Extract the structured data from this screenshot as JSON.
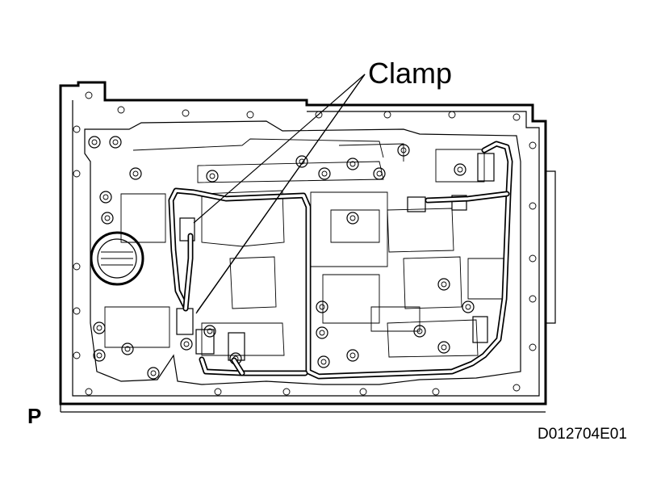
{
  "callout": {
    "label": "Clamp"
  },
  "view_code": "P",
  "figure_id": "D012704E01"
}
